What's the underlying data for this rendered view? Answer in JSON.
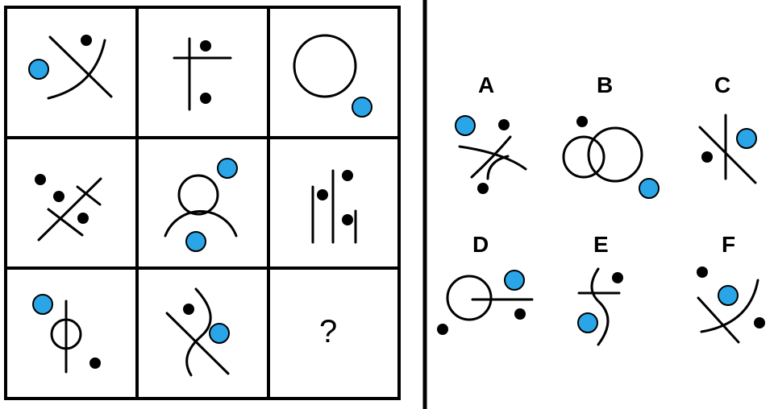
{
  "colors": {
    "stroke": "#000000",
    "dot": "#000000",
    "blue_dot": "#2aa6e8",
    "background": "#ffffff"
  },
  "matrix": {
    "question_mark": "?"
  },
  "options": [
    {
      "key": "A",
      "label": "A"
    },
    {
      "key": "B",
      "label": "B"
    },
    {
      "key": "C",
      "label": "C"
    },
    {
      "key": "D",
      "label": "D"
    },
    {
      "key": "E",
      "label": "E"
    },
    {
      "key": "F",
      "label": "F"
    }
  ]
}
